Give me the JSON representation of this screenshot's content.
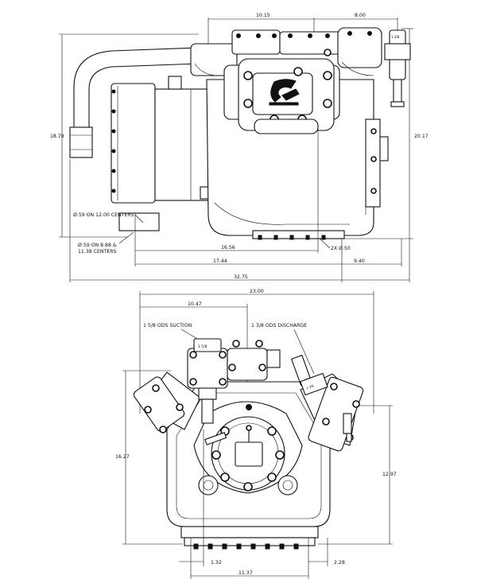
{
  "top_view": {
    "dims": {
      "d_10_15": "10.15",
      "d_8_00": "8.00",
      "d_18_78": "18.78",
      "d_20_17": "20.17",
      "d_16_56": "16.56",
      "d_17_44": "17.44",
      "d_9_40": "9.40",
      "d_32_75": "32.75"
    },
    "notes": {
      "mount_holes_12": "Ø.59 ON 12.00 CENTERS",
      "mount_holes_888_a": "Ø.59 ON 8.88 &",
      "mount_holes_888_b": "11.38 CENTERS",
      "holes_2x": "2X Ø.50"
    }
  },
  "bottom_view": {
    "dims": {
      "d_23_00": "23.00",
      "d_10_47": "10.47",
      "d_16_27": "16.27",
      "d_12_97": "12.97",
      "d_1_32": "1.32",
      "d_2_28": "2.28",
      "d_11_37": "11.37"
    },
    "notes": {
      "suction": "1 5/8 ODS SUCTION",
      "discharge": "1 3/8 ODS DISCHARGE"
    }
  }
}
